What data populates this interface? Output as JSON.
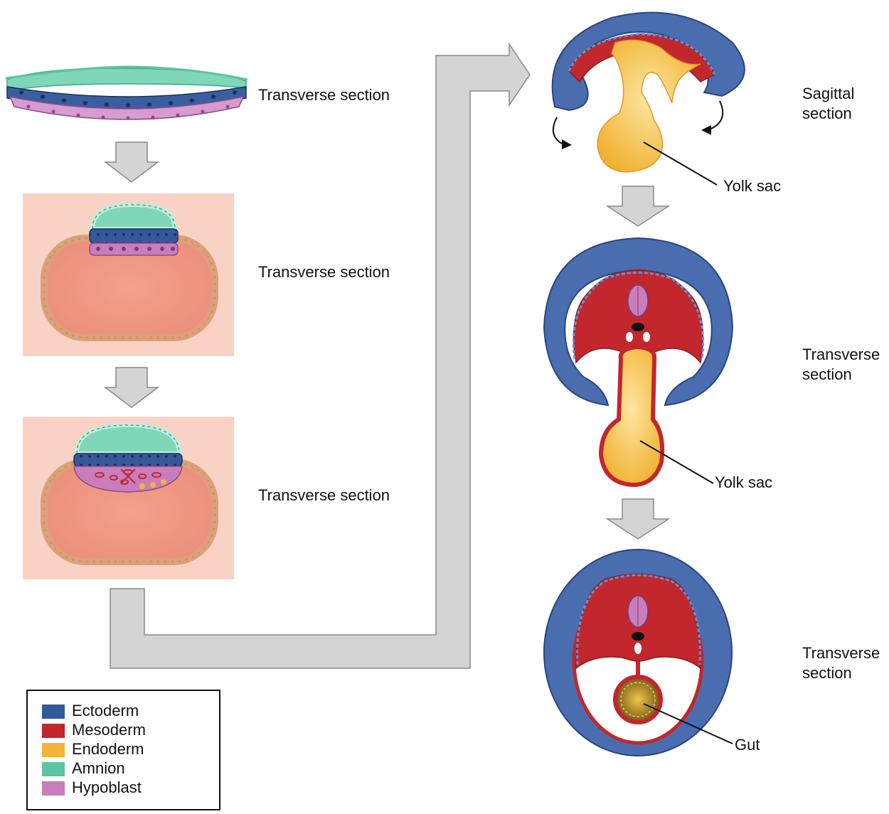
{
  "labels": {
    "stage1": "Transverse section",
    "stage2": "Transverse section",
    "stage3": "Transverse section",
    "stage4": "Sagittal section",
    "stage5": "Transverse section",
    "stage6": "Transverse section",
    "yolk_sac_1": "Yolk sac",
    "yolk_sac_2": "Yolk sac",
    "gut": "Gut"
  },
  "legend": [
    {
      "label": "Ectoderm",
      "color": "#2f5b9c"
    },
    {
      "label": "Mesoderm",
      "color": "#c1272d"
    },
    {
      "label": "Endoderm",
      "color": "#f2b43a"
    },
    {
      "label": "Amnion",
      "color": "#5cc4a0"
    },
    {
      "label": "Hypoblast",
      "color": "#c97dbb"
    }
  ],
  "colors": {
    "ectoderm": "#2f5b9c",
    "ectoderm_outer": "#4a6db0",
    "mesoderm": "#c1272d",
    "endoderm": "#f2b43a",
    "amnion": "#7fd6b8",
    "hypoblast": "#c97dbb",
    "panel_bg": "#f8d3c5",
    "trophoblast": "#f08a3c",
    "arrow_fill": "#d4d4d4",
    "arrow_stroke": "#8a8a8a"
  }
}
